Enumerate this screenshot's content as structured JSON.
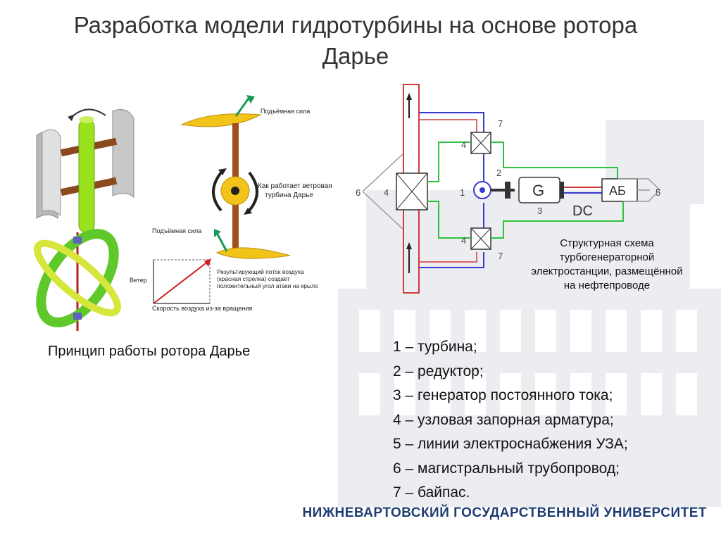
{
  "slide": {
    "title_line1": "Разработка модели гидротурбины на основе ротора",
    "title_line2": "Дарье"
  },
  "left_diagram": {
    "lift_top": "Подъёмная сила",
    "how_works": "Как работает ветровая",
    "how_works2": "турбина Дарье",
    "lift_bottom": "Подъёмная сила",
    "wind": "Ветер",
    "result1": "Результирующий поток воздуха",
    "result2": "(красная стрелка) создаёт",
    "result3": "положительный угол атаки на крыло",
    "speed": "Скорость воздуха из-за вращения",
    "caption": "Принцип работы ротора Дарье"
  },
  "scheme": {
    "num1": "1",
    "num2": "2",
    "num3": "3",
    "num4a": "4",
    "num4b": "4",
    "num4c": "4",
    "num5": "5",
    "num6": "6",
    "num7a": "7",
    "num7b": "7",
    "gen": "G",
    "ab": "АБ",
    "dc": "DC",
    "caption1": "Структурная схема",
    "caption2": "турбогенераторной",
    "caption3": "электростанции, размещённой",
    "caption4": "на нефтепроводе"
  },
  "legend": [
    "1 – турбина;",
    "2 – редуктор;",
    "3 – генератор постоянного тока;",
    "4 – узловая запорная арматура;",
    "5 – линии электроснабжения УЗА;",
    "6 – магистральный трубопровод;",
    "7 – байпас."
  ],
  "footer": "НИЖНЕВАРТОВСКИЙ ГОСУДАРСТВЕННЫЙ УНИВЕРСИТЕТ",
  "colors": {
    "title": "#333333",
    "footer": "#1f3d74",
    "pipe_red": "#d23a3a",
    "pipe_blue": "#3a3ad2",
    "pipe_green": "#2fc23a"
  }
}
